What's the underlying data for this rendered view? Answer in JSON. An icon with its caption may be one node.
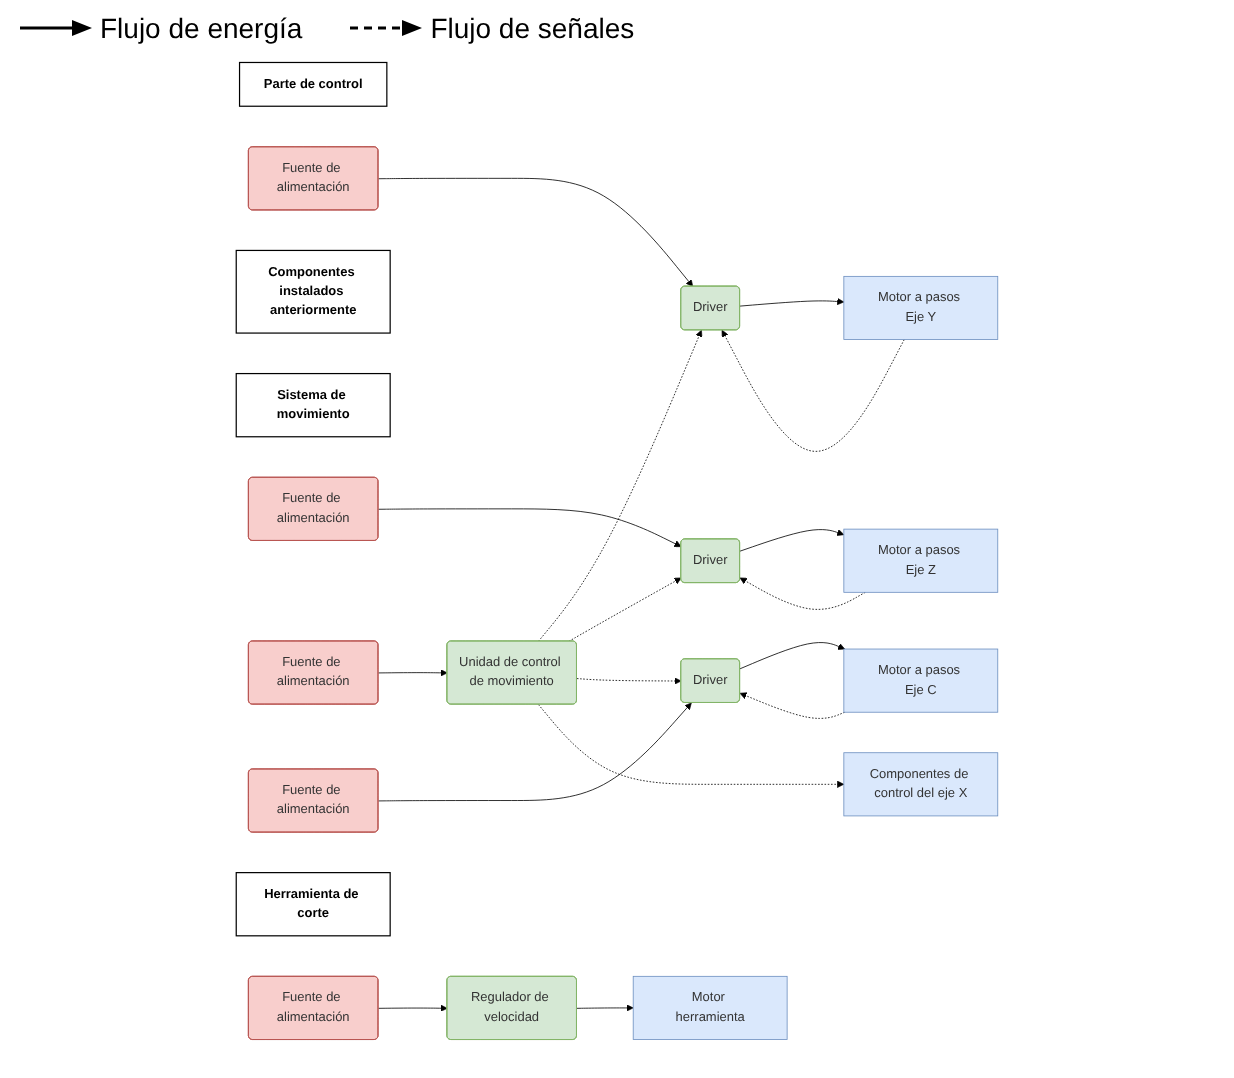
{
  "diagram": {
    "nodes": [
      {
        "text": [
          "Parte de control"
        ]
      },
      {
        "text": [
          "Fuente de alimentación"
        ]
      },
      {
        "text": [
          "Unidad de control de movimiento"
        ]
      },
      {
        "text": [
          "Componentes de control del eje X"
        ]
      },
      {
        "text": [
          "Componentes instalados anteriormente"
        ]
      },
      {
        "text": [
          "Sistema de movimiento"
        ]
      },
      {
        "text": [
          "Fuente de alimentación"
        ]
      },
      {
        "text": [
          "Driver"
        ]
      },
      {
        "text": [
          "Motor a pasos Eje Y"
        ]
      },
      {
        "text": [
          "Fuente de alimentación"
        ]
      },
      {
        "text": [
          "Driver"
        ]
      },
      {
        "text": [
          "Motor a pasos Eje Z"
        ]
      },
      {
        "text": [
          "Fuente de alimentación"
        ]
      },
      {
        "text": [
          "Driver"
        ]
      },
      {
        "text": [
          "Motor a pasos Eje C"
        ]
      },
      {
        "text": [
          "Herramienta de corte"
        ]
      },
      {
        "text": [
          "Fuente de alimentación"
        ]
      },
      {
        "text": [
          "Regulador de velocidad"
        ]
      },
      {
        "text": [
          "Motor herramienta"
        ]
      }
    ],
    "edges": [
      {
        "from": 1,
        "to": 2,
        "arrow": "to"
      },
      {
        "from": 2,
        "to": 7,
        "arrow": "to",
        "style": "dashed"
      },
      {
        "from": 2,
        "to": 10,
        "arrow": "to",
        "style": "dashed"
      },
      {
        "from": 2,
        "to": 13,
        "arrow": "to",
        "style": "dashed"
      },
      {
        "from": 6,
        "to": 7,
        "arrow": "to"
      },
      {
        "from": 7,
        "to": 8,
        "arrow": "to"
      },
      {
        "from": 8,
        "to": 7,
        "arrow": "to",
        "style": "dashed"
      },
      {
        "from": 9,
        "to": 10,
        "arrow": "to"
      },
      {
        "from": 10,
        "to": 11,
        "arrow": "to"
      },
      {
        "from": 11,
        "to": 10,
        "arrow": "to",
        "style": "dashed"
      },
      {
        "from": 12,
        "to": 13,
        "arrow": "to"
      },
      {
        "from": 13,
        "to": 14,
        "arrow": "to"
      },
      {
        "from": 14,
        "to": 13,
        "arrow": "to",
        "style": "dashed"
      },
      {
        "from": 16,
        "to": 17,
        "arrow": "to"
      },
      {
        "from": 17,
        "to": 18,
        "arrow": "to"
      },
      {
        "from": 2,
        "to": 3,
        "arrow": "to",
        "style": "dashed"
      }
    ],
    "legend": [
      {
        "text": "Flujo de energía"
      },
      {
        "text": "Flujo de señales"
      }
    ]
  }
}
